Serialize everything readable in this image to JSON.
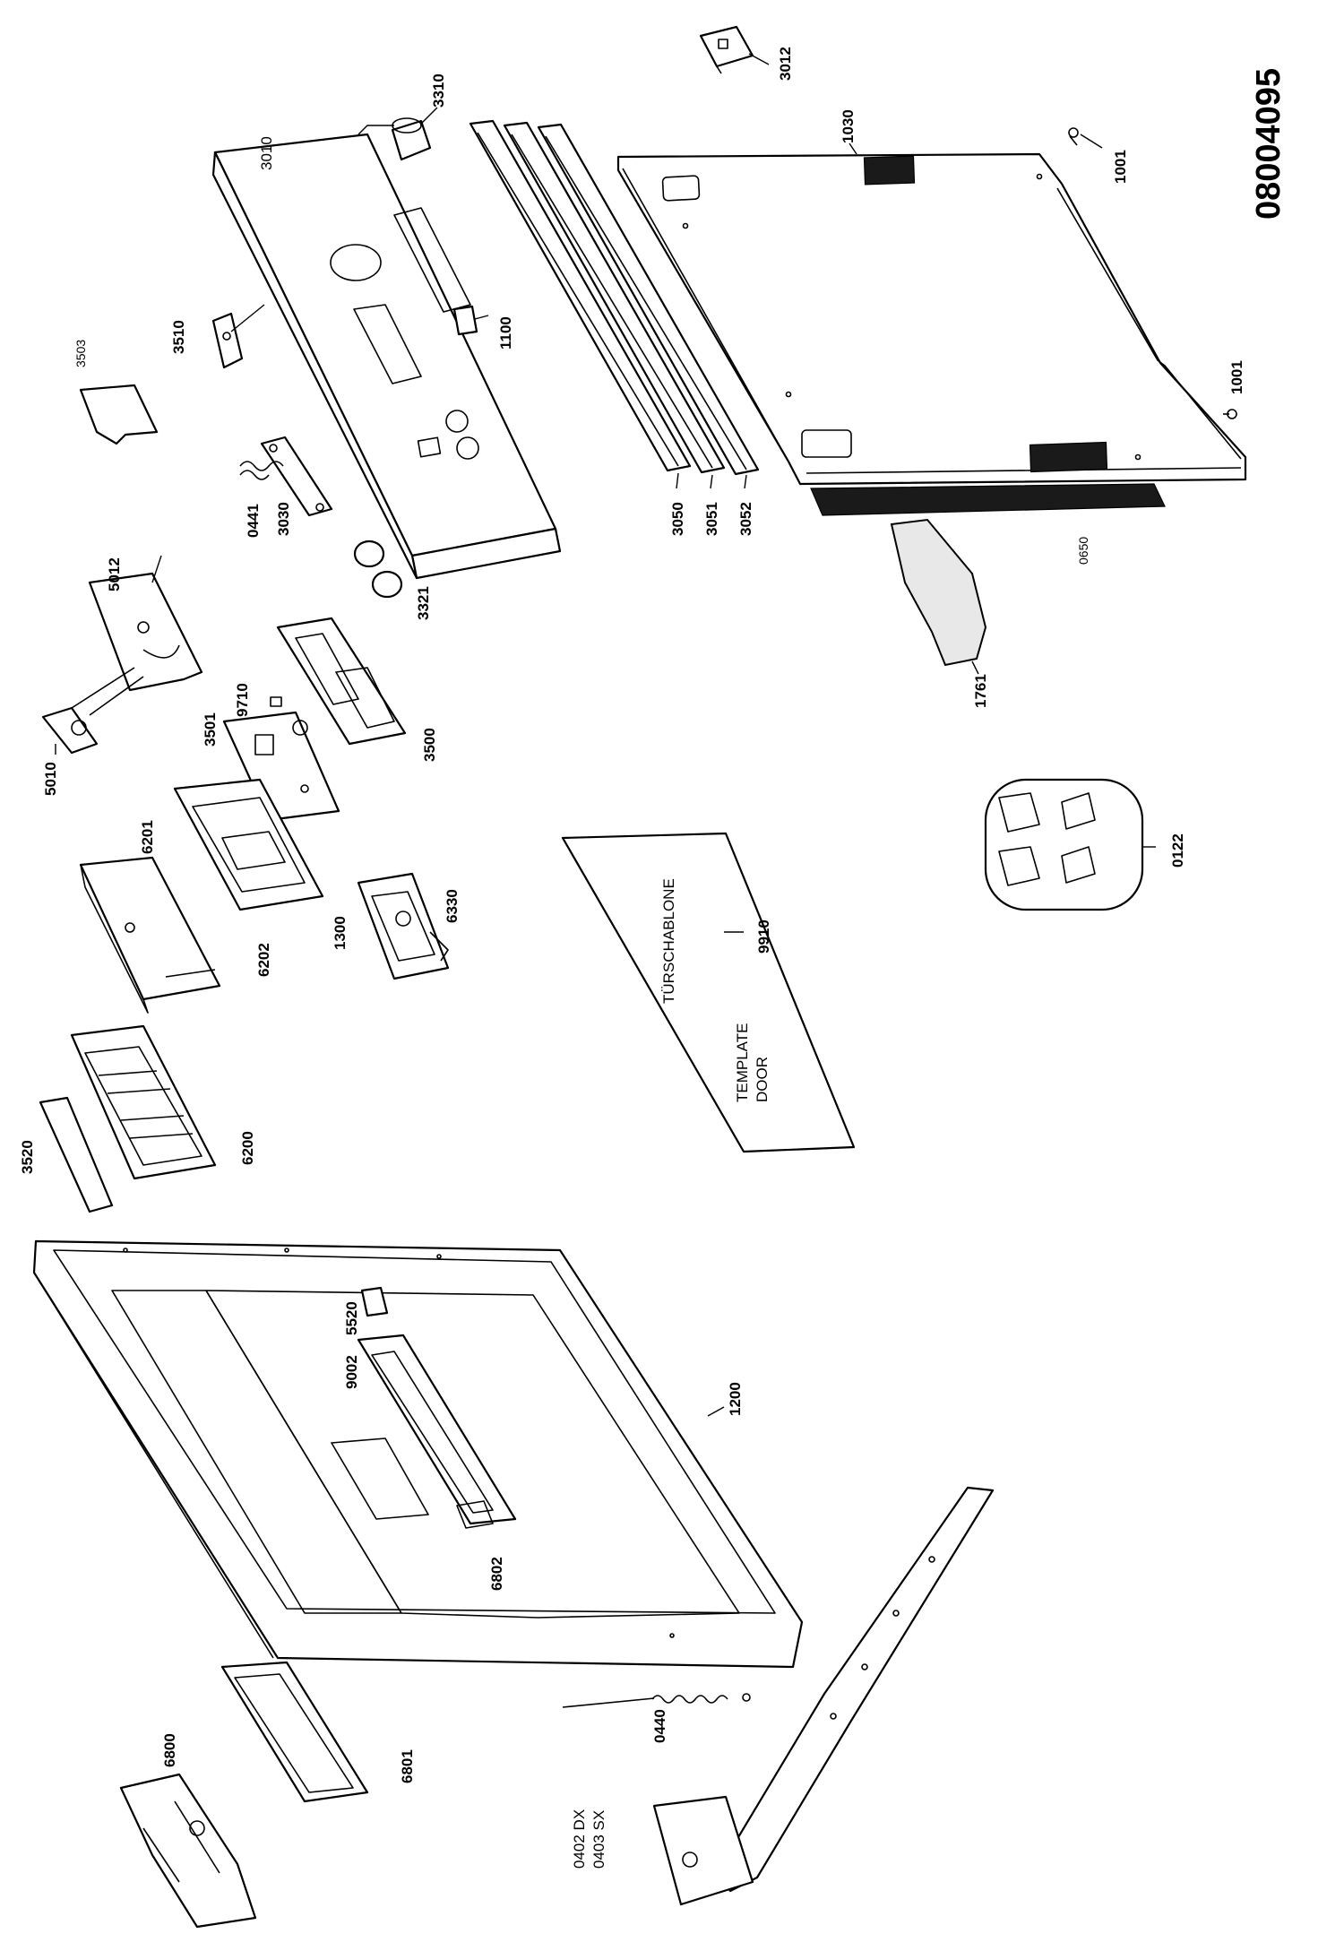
{
  "drawing_number": "08004095",
  "template": {
    "label_de": "TÜRSCHABLONE",
    "label_en_1": "TEMPLATE",
    "label_en_2": "DOOR",
    "part": "9910"
  },
  "labels": {
    "p3012": "3012",
    "p1030": "1030",
    "p1001a": "1001",
    "p1001b": "1001",
    "p3310": "3310",
    "p3010": "3010",
    "p1100": "1100",
    "p3510": "3510",
    "p3503": "3503",
    "p3050": "3050",
    "p3051": "3051",
    "p3052": "3052",
    "p0650": "0650",
    "p1761": "1761",
    "p0441": "0441",
    "p3030": "3030",
    "p3321": "3321",
    "p5012": "5012",
    "p5010": "5010",
    "p3501": "3501",
    "p9710": "9710",
    "p3500": "3500",
    "p6201": "6201",
    "p6202": "6202",
    "p1300": "1300",
    "p6330": "6330",
    "p0122": "0122",
    "p3520": "3520",
    "p6200": "6200",
    "p5520": "5520",
    "p9002": "9002",
    "p1200": "1200",
    "p6802": "6802",
    "p6800": "6800",
    "p6801": "6801",
    "p0440": "0440",
    "p0402": "0402 DX",
    "p0403": "0403 SX"
  }
}
